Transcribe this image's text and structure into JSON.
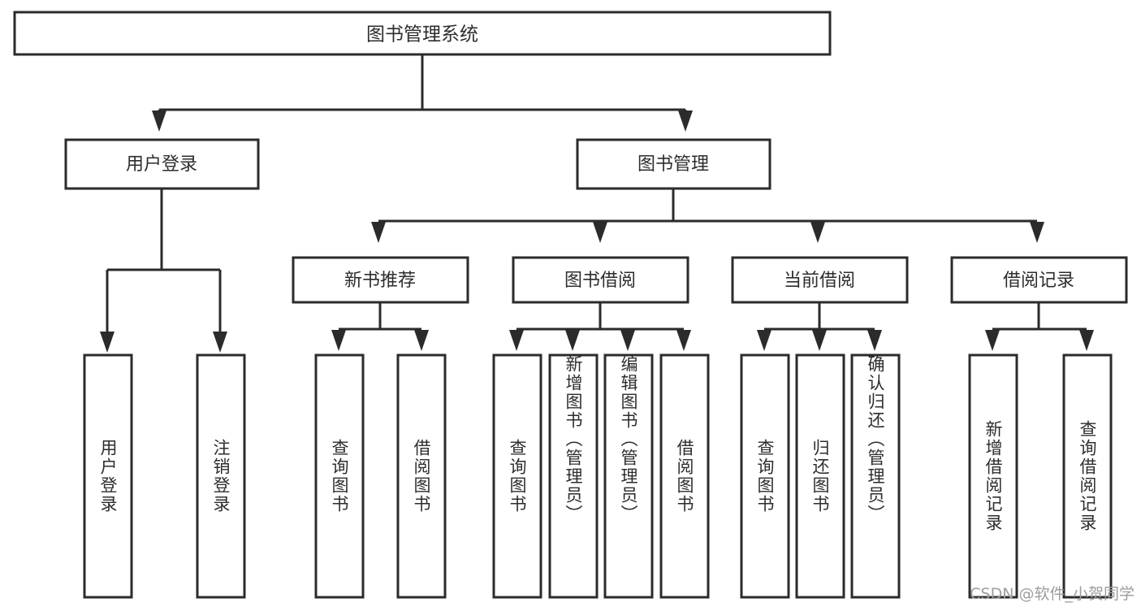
{
  "diagram": {
    "type": "tree",
    "title": "图书管理系统",
    "watermark": "CSDN @软件_小贺同学",
    "colors": {
      "box_stroke": "#2b2b2b",
      "box_fill": "#ffffff",
      "text": "#2d2d2d",
      "connector": "#2b2b2b",
      "watermark": "#9d9d9d",
      "background": "#ffffff"
    },
    "root": {
      "label": "图书管理系统"
    },
    "level2": [
      {
        "label": "用户登录"
      },
      {
        "label": "图书管理"
      }
    ],
    "level3": [
      {
        "label": "新书推荐"
      },
      {
        "label": "图书借阅"
      },
      {
        "label": "当前借阅"
      },
      {
        "label": "借阅记录"
      }
    ],
    "leaves": {
      "user_login": [
        {
          "label": "用户登录"
        },
        {
          "label": "注销登录"
        }
      ],
      "new_book_recommend": [
        {
          "label": "查询图书"
        },
        {
          "label": "借阅图书"
        }
      ],
      "book_borrow": [
        {
          "label": "查询图书"
        },
        {
          "label": "新增图书（管理员）"
        },
        {
          "label": "编辑图书（管理员）"
        },
        {
          "label": "借阅图书"
        }
      ],
      "current_borrow": [
        {
          "label": "查询图书"
        },
        {
          "label": "归还图书"
        },
        {
          "label": "确认归还（管理员）"
        }
      ],
      "borrow_record": [
        {
          "label": "新增借阅记录"
        },
        {
          "label": "查询借阅记录"
        }
      ]
    }
  }
}
